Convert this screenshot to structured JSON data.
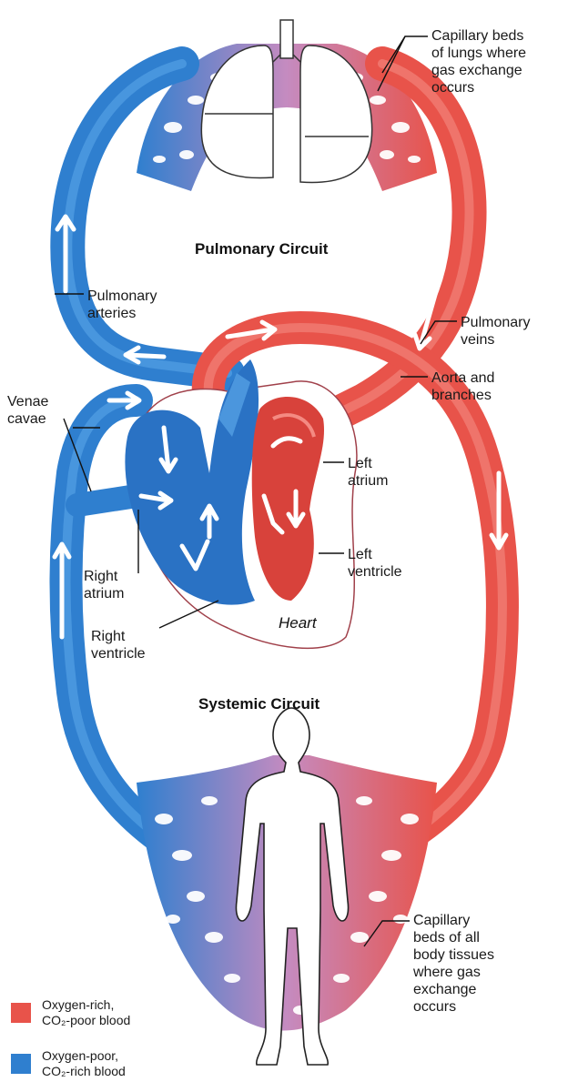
{
  "circuits": {
    "pulmonary": "Pulmonary Circuit",
    "systemic": "Systemic Circuit"
  },
  "labels": {
    "capillary_lungs": "Capillary beds\nof lungs where\ngas exchange\noccurs",
    "pulmonary_arteries": "Pulmonary\narteries",
    "pulmonary_veins": "Pulmonary\nveins",
    "aorta": "Aorta and\nbranches",
    "venae_cavae": "Venae\ncavae",
    "left_atrium": "Left\natrium",
    "left_ventricle": "Left\nventricle",
    "right_atrium": "Right\natrium",
    "right_ventricle": "Right\nventricle",
    "heart": "Heart",
    "capillary_body": "Capillary\nbeds of all\nbody tissues\nwhere gas\nexchange\noccurs"
  },
  "legend": {
    "oxygen_rich": "Oxygen-rich,\nCO₂-poor blood",
    "oxygen_poor": "Oxygen-poor,\nCO₂-rich blood"
  },
  "colors": {
    "oxygen_rich": "#e8534a",
    "oxygen_poor": "#2f7fcf",
    "mixed": "#c58bc0"
  }
}
